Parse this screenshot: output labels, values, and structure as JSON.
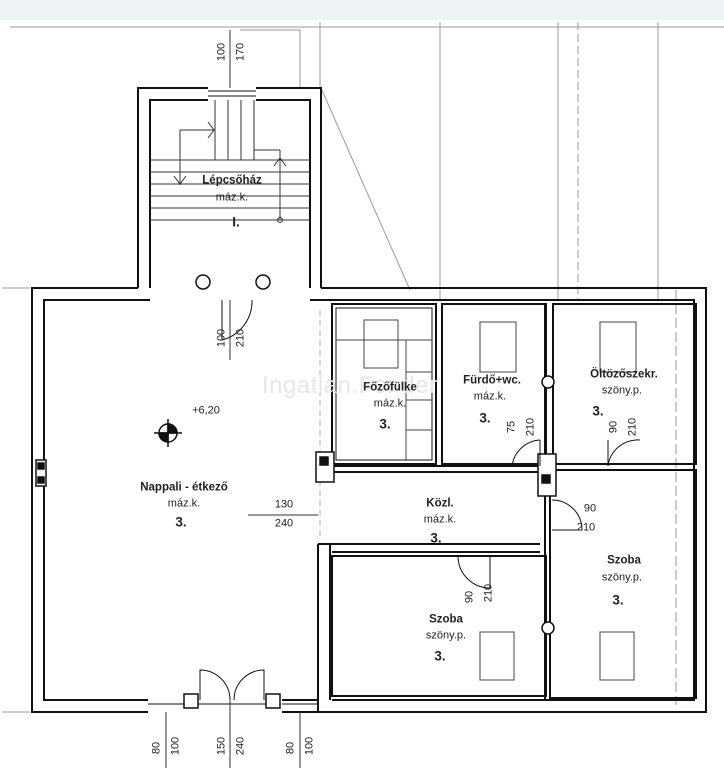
{
  "watermark": "Ingatlan.Fender",
  "elevation": "+6,20",
  "rooms": {
    "stair": {
      "name": "Lépcsőház",
      "floor": "máz.k.",
      "level": "I."
    },
    "living": {
      "name": "Nappali - étkező",
      "floor": "máz.k.",
      "level": "3."
    },
    "kitchen": {
      "name": "Főzőfülke",
      "floor": "máz.k.",
      "level": "3."
    },
    "bath": {
      "name": "Fürdő+wc.",
      "floor": "máz.k.",
      "level": "3."
    },
    "dressing": {
      "name": "Öltözőszekr.",
      "floor": "szöny.p.",
      "level": "3."
    },
    "corridor": {
      "name": "Közl.",
      "floor": "máz.k.",
      "level": "3."
    },
    "room_right": {
      "name": "Szoba",
      "floor": "szöny.p.",
      "level": "3."
    },
    "room_bottom": {
      "name": "Szoba",
      "floor": "szöny.p.",
      "level": "3."
    }
  },
  "dims": {
    "top_100": "100",
    "top_170": "170",
    "stair_door_100": "100",
    "stair_door_210": "210",
    "bath_75": "75",
    "bath_210": "210",
    "dress_90": "90",
    "dress_210": "210",
    "opening_130": "130",
    "opening_240": "240",
    "right_90": "90",
    "right_210": "210",
    "bottom_door_90": "90",
    "bottom_door_210": "210",
    "b1_80": "80",
    "b1_100": "100",
    "b2_150": "150",
    "b2_240": "240",
    "b3_80": "80",
    "b3_100": "100"
  }
}
